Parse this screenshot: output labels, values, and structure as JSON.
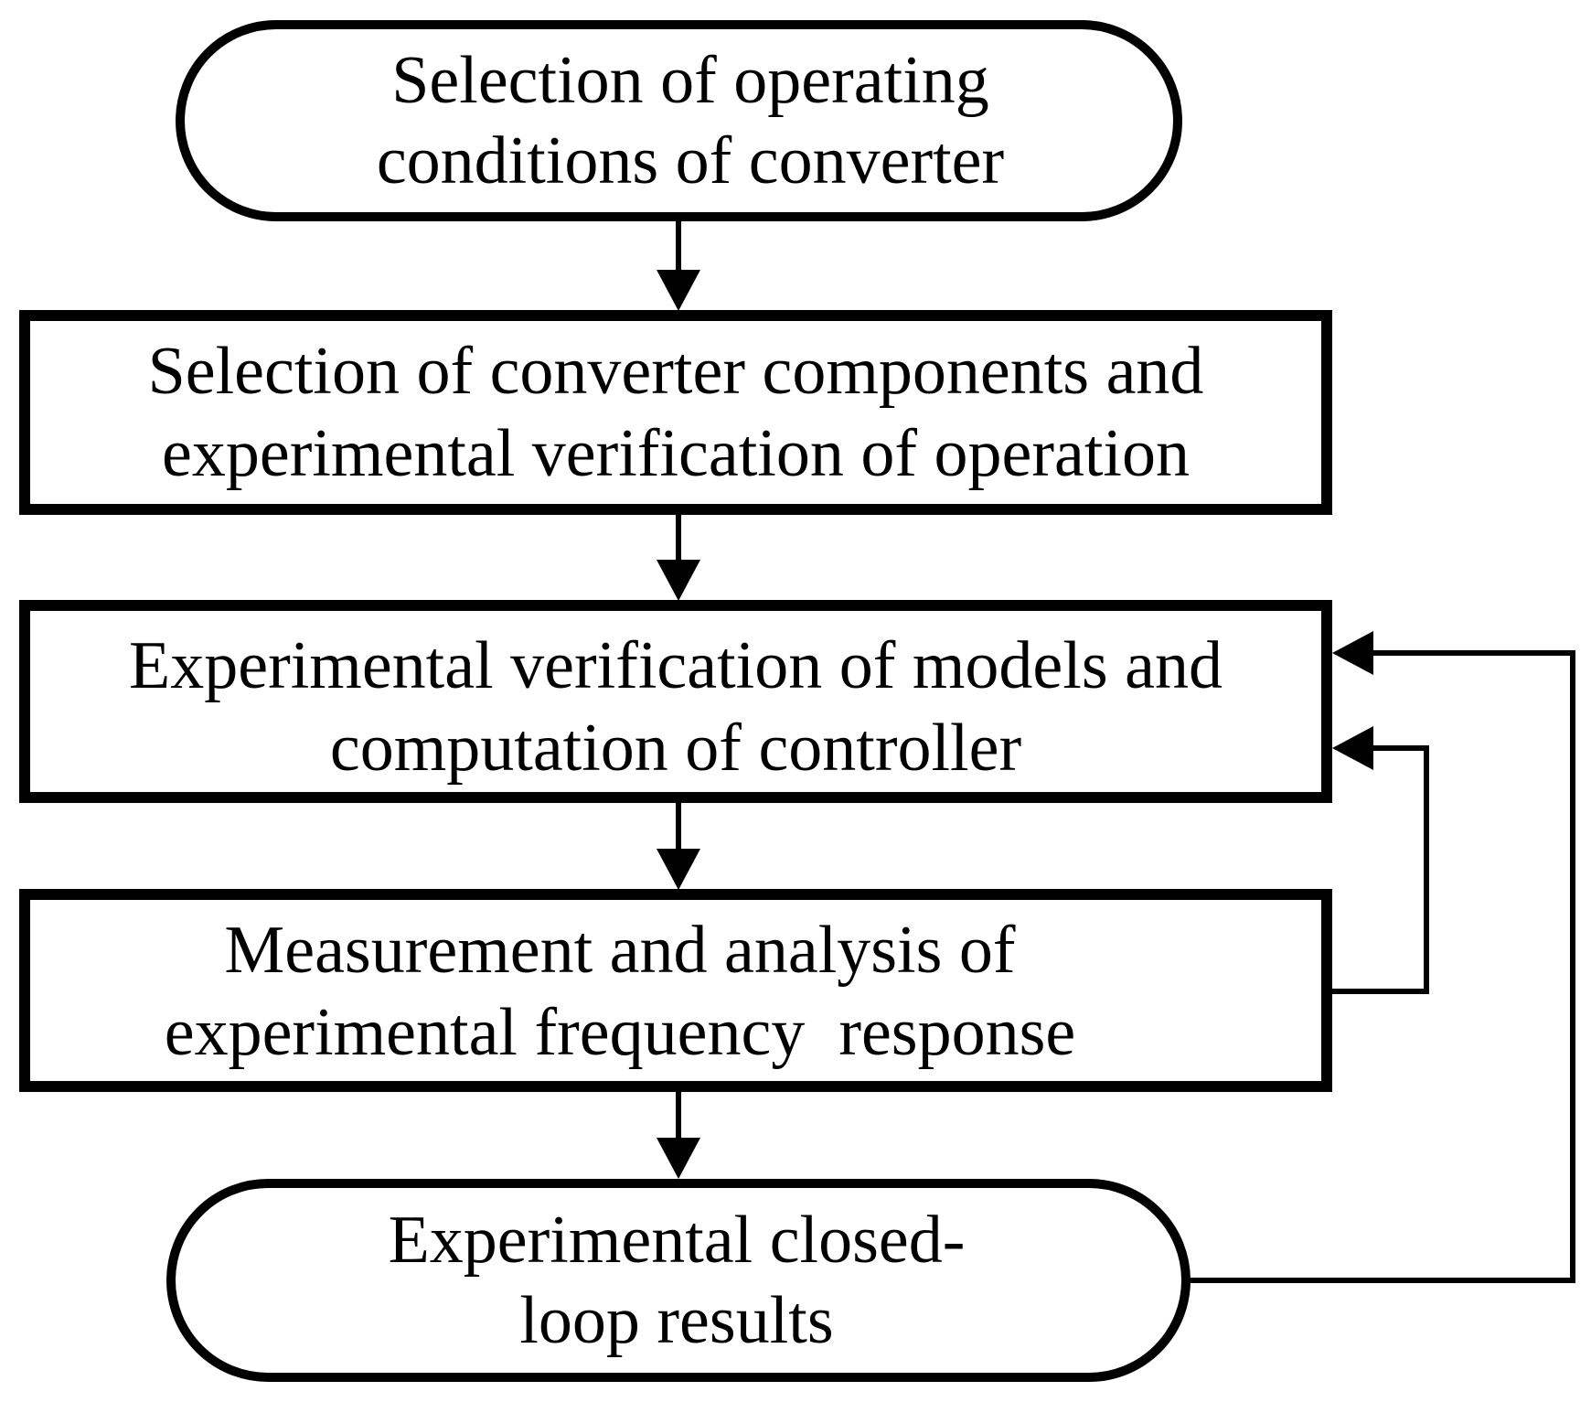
{
  "diagram": {
    "type": "flowchart",
    "nodes": [
      {
        "id": "operating-conditions",
        "shape": "terminator",
        "lines": [
          "Selection of operating",
          "conditions of converter"
        ]
      },
      {
        "id": "components-selection",
        "shape": "process",
        "lines": [
          "Selection of converter components and",
          "experimental verification of operation"
        ]
      },
      {
        "id": "model-verification",
        "shape": "process",
        "lines": [
          "Experimental verification of models and",
          "computation of controller"
        ]
      },
      {
        "id": "frequency-response",
        "shape": "process",
        "lines": [
          "Measurement and analysis of",
          "experimental frequency  response"
        ]
      },
      {
        "id": "closed-loop-results",
        "shape": "terminator",
        "lines": [
          "Experimental closed-",
          "loop results"
        ]
      }
    ],
    "edges": [
      {
        "from": "operating-conditions",
        "to": "components-selection"
      },
      {
        "from": "components-selection",
        "to": "model-verification"
      },
      {
        "from": "model-verification",
        "to": "frequency-response"
      },
      {
        "from": "frequency-response",
        "to": "closed-loop-results"
      },
      {
        "from": "frequency-response",
        "to": "model-verification",
        "kind": "feedback"
      },
      {
        "from": "closed-loop-results",
        "to": "model-verification",
        "kind": "feedback"
      }
    ],
    "colors": {
      "stroke": "#000000",
      "fill": "#ffffff",
      "text": "#000000"
    }
  }
}
